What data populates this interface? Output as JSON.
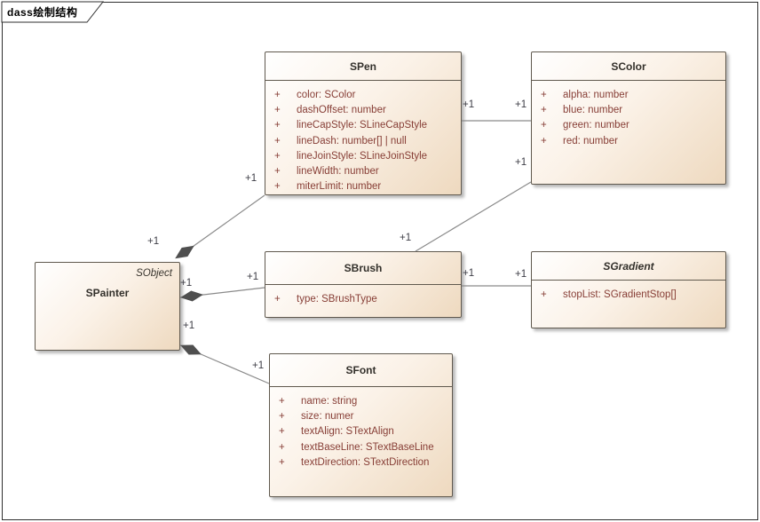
{
  "frame": {
    "title": "dass绘制结构"
  },
  "classes": [
    {
      "name": "SPen",
      "attributes": [
        {
          "vis": "+",
          "text": "color: SColor"
        },
        {
          "vis": "+",
          "text": "dashOffset: number"
        },
        {
          "vis": "+",
          "text": "lineCapStyle: SLineCapStyle"
        },
        {
          "vis": "+",
          "text": "lineDash: number[] | null"
        },
        {
          "vis": "+",
          "text": "lineJoinStyle: SLineJoinStyle"
        },
        {
          "vis": "+",
          "text": "lineWidth: number"
        },
        {
          "vis": "+",
          "text": "miterLimit: number"
        }
      ]
    },
    {
      "name": "SColor",
      "attributes": [
        {
          "vis": "+",
          "text": "alpha: number"
        },
        {
          "vis": "+",
          "text": "blue: number"
        },
        {
          "vis": "+",
          "text": "green: number"
        },
        {
          "vis": "+",
          "text": "red: number"
        }
      ]
    },
    {
      "name": "SPainter",
      "stereotype": "SObject",
      "attributes": []
    },
    {
      "name": "SBrush",
      "attributes": [
        {
          "vis": "+",
          "text": "type: SBrushType"
        }
      ]
    },
    {
      "name": "SGradient",
      "abstract": true,
      "attributes": [
        {
          "vis": "+",
          "text": "stopList: SGradientStop[]"
        }
      ]
    },
    {
      "name": "SFont",
      "attributes": [
        {
          "vis": "+",
          "text": "name: string"
        },
        {
          "vis": "+",
          "text": "size: numer"
        },
        {
          "vis": "+",
          "text": "textAlign: STextAlign"
        },
        {
          "vis": "+",
          "text": "textBaseLine: STextBaseLine"
        },
        {
          "vis": "+",
          "text": "textDirection: STextDirection"
        }
      ]
    }
  ],
  "relations": [
    {
      "from": "SPainter",
      "to": "SPen",
      "type": "composition",
      "source_multiplicity": "+1",
      "target_multiplicity": "+1"
    },
    {
      "from": "SPainter",
      "to": "SBrush",
      "type": "composition",
      "source_multiplicity": "+1",
      "target_multiplicity": "+1"
    },
    {
      "from": "SPainter",
      "to": "SFont",
      "type": "composition",
      "source_multiplicity": "+1",
      "target_multiplicity": "+1"
    },
    {
      "from": "SPen",
      "to": "SColor",
      "type": "association",
      "source_multiplicity": "+1",
      "target_multiplicity": "+1"
    },
    {
      "from": "SBrush",
      "to": "SColor",
      "type": "association",
      "source_multiplicity": "+1",
      "target_multiplicity": "+1"
    },
    {
      "from": "SBrush",
      "to": "SGradient",
      "type": "association",
      "source_multiplicity": "+1",
      "target_multiplicity": "+1"
    }
  ],
  "colors": {
    "box_fill_start": "#FFFFFF",
    "box_fill_end": "#EED9BF",
    "box_border": "#60594E",
    "attribute_text": "#873E36",
    "title_text": "#33302B",
    "connector_line": "#8A8A8A",
    "composition_diamond": "#4F4F4F",
    "frame_border": "#2F2F2F"
  }
}
